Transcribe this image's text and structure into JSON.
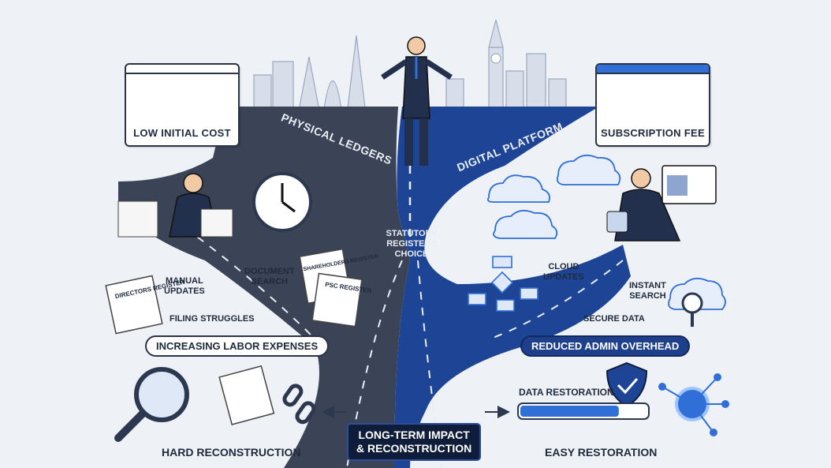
{
  "left_card": {
    "caption": "LOW INITIAL COST"
  },
  "right_card": {
    "caption": "SUBSCRIPTION FEE"
  },
  "roads": {
    "left_label": "PHYSICAL LEDGERS",
    "right_label": "DIGITAL PLATFORM"
  },
  "center": {
    "line1": "STATUTORY",
    "line2": "REGISTERS",
    "line3": "CHOICE"
  },
  "left_points": {
    "manual_1": "MANUAL",
    "manual_2": "UPDATES",
    "doc_1": "DOCUMENT",
    "doc_2": "SEARCH",
    "filing": "FILING STRUGGLES",
    "labor": "INCREASING LABOR EXPENSES"
  },
  "right_points": {
    "cloud_1": "CLOUD",
    "cloud_2": "UPDATES",
    "instant_1": "INSTANT",
    "instant_2": "SEARCH",
    "secure": "SECURE DATA",
    "reduced": "REDUCED ADMIN OVERHEAD"
  },
  "papers": {
    "directors": "DIRECTORS REGISTER",
    "shareholders": "SHAREHOLDERS REGISTER",
    "psc": "PSC REGISTER"
  },
  "bottom": {
    "impact_1": "LONG-TERM IMPACT",
    "impact_2": "& RECONSTRUCTION",
    "hard": "HARD RECONSTRUCTION",
    "data_restoration": "DATA RESTORATION",
    "easy": "EASY RESTORATION"
  },
  "restoration_progress": 0.78,
  "colors": {
    "road_dark": "#3b4456",
    "road_blue": "#1e4595",
    "accent": "#2f6fd6",
    "ink": "#1f2a3c"
  },
  "icons": [
    "ledger-books-icon",
    "money-bag-icon",
    "laptop-icon",
    "currency-cycle-icon",
    "clock-icon",
    "cloud-icon",
    "flowchart-icon",
    "magnifier-icon",
    "shield-check-icon",
    "network-node-icon",
    "broken-chain-icon",
    "skyline-icon"
  ]
}
